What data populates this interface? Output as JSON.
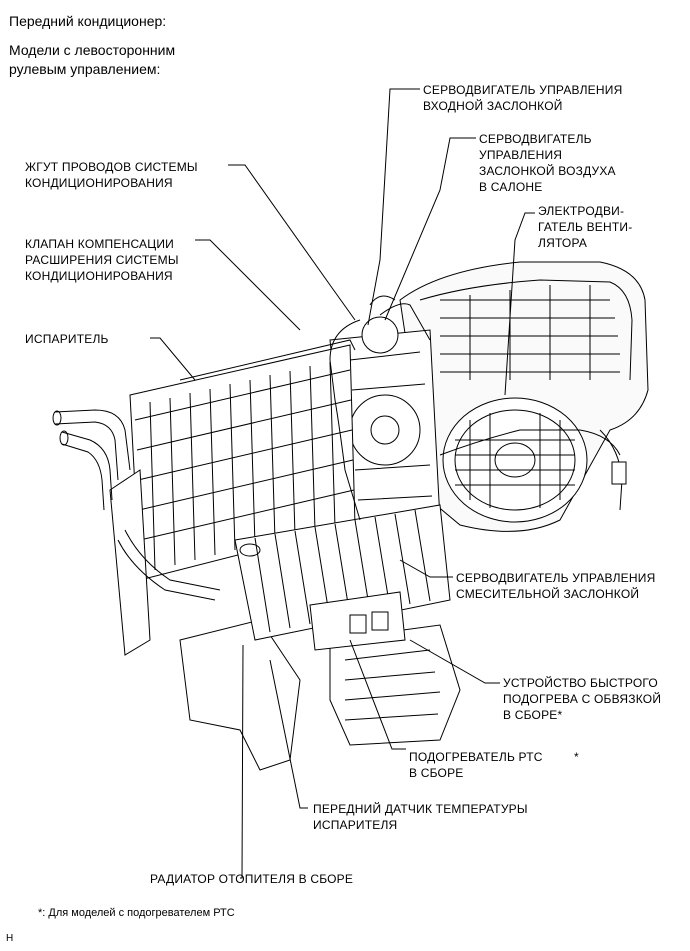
{
  "header": {
    "line1": "Передний кондиционер:",
    "line2": "Модели с левосторонним",
    "line3": "рулевым управлением:"
  },
  "callouts": {
    "servo_intake": "СЕРВОДВИГАТЕЛЬ УПРАВЛЕНИЯ\nВХОДНОЙ ЗАСЛОНКОЙ",
    "servo_cabin": "СЕРВОДВИГАТЕЛЬ\nУПРАВЛЕНИЯ\nЗАСЛОНКОЙ ВОЗДУХА\nВ САЛОНЕ",
    "blower_motor": "ЭЛЕКТРОДВИ-\nГАТЕЛЬ ВЕНТИ-\nЛЯТОРА",
    "harness": "ЖГУТ ПРОВОДОВ СИСТЕМЫ\nКОНДИЦИОНИРОВАНИЯ",
    "expansion_valve": "КЛАПАН КОМПЕНСАЦИИ\nРАСШИРЕНИЯ СИСТЕМЫ\nКОНДИЦИОНИРОВАНИЯ",
    "evaporator": "ИСПАРИТЕЛЬ",
    "servo_mix": "СЕРВОДВИГАТЕЛЬ УПРАВЛЕНИЯ\nСМЕСИТЕЛЬНОЙ ЗАСЛОНКОЙ",
    "quick_heater": "УСТРОЙСТВО БЫСТРОГО\nПОДОГРЕВА С ОБВЯЗКОЙ\nВ СБОРЕ*",
    "ptc_heater": "ПОДОГРЕВАТЕЛЬ РТС\nВ СБОРЕ",
    "ptc_star": "*",
    "evap_sensor": "ПЕРЕДНИЙ ДАТЧИК ТЕМПЕРАТУРЫ\nИСПАРИТЕЛЯ",
    "heater_core": "РАДИАТОР ОТОПИТЕЛЯ В СБОРЕ"
  },
  "footnote": "*: Для моделей с подогревателем РТС",
  "corner_mark": "H"
}
